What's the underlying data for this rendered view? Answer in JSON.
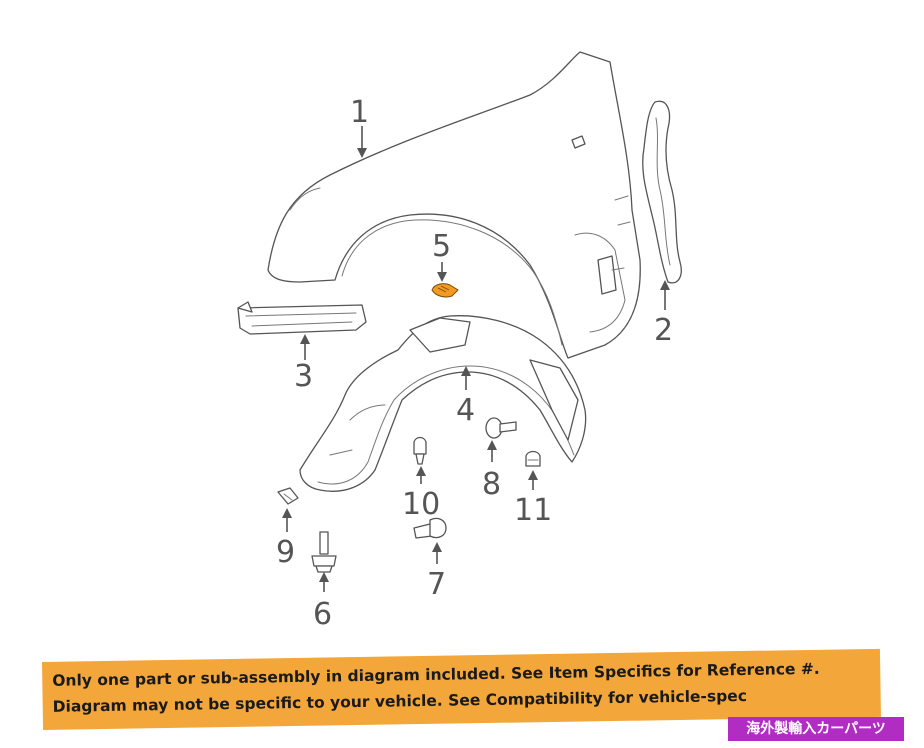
{
  "diagram": {
    "callouts": [
      {
        "id": "1",
        "label": "1"
      },
      {
        "id": "2",
        "label": "2"
      },
      {
        "id": "3",
        "label": "3"
      },
      {
        "id": "4",
        "label": "4"
      },
      {
        "id": "5",
        "label": "5"
      },
      {
        "id": "6",
        "label": "6"
      },
      {
        "id": "7",
        "label": "7"
      },
      {
        "id": "8",
        "label": "8"
      },
      {
        "id": "9",
        "label": "9"
      },
      {
        "id": "10",
        "label": "10"
      },
      {
        "id": "11",
        "label": "11"
      }
    ],
    "highlight_color": "#f39a22",
    "part_outline_color": "#555555"
  },
  "banner": {
    "line1": "Only one part or sub-assembly in diagram included. See Item Specifics for Reference #.",
    "line2": "Diagram may not be specific to your vehicle. See Compatibility for vehicle-spec",
    "background_color": "#f3a63a"
  },
  "badge": {
    "text": "海外製輸入カーパーツ",
    "background_color": "#b02cc2"
  }
}
